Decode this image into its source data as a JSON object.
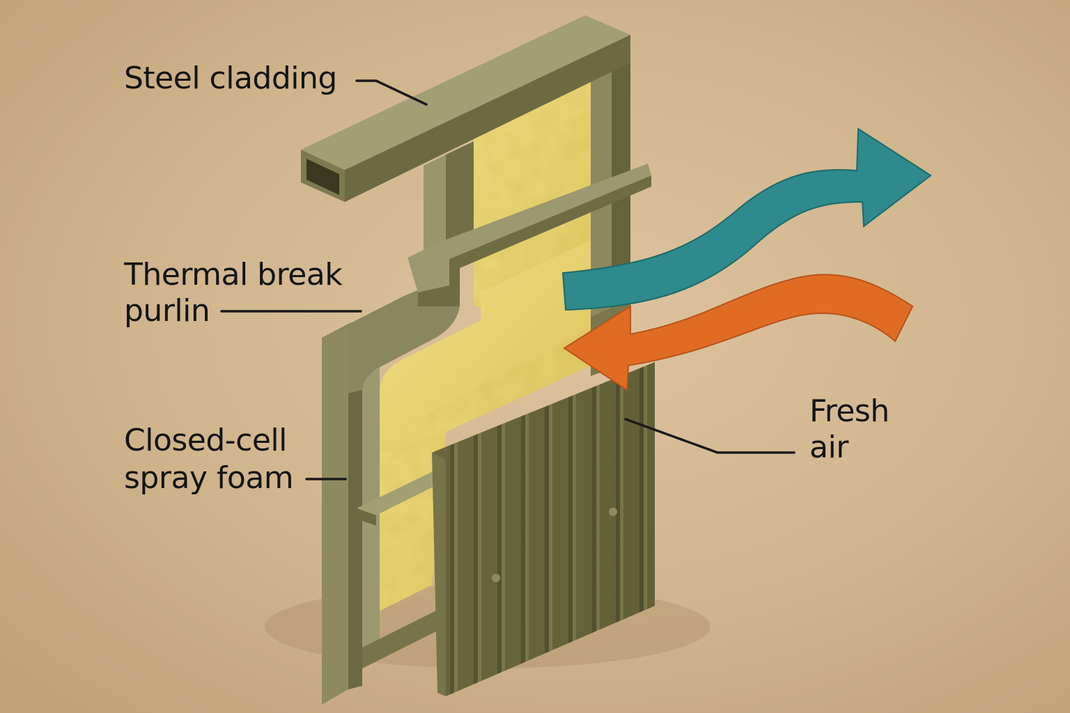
{
  "labels": {
    "steel_cladding": "Steel cladding",
    "thermal_break_line1": "Thermal break",
    "thermal_break_line2": "purlin",
    "spray_foam_line1": "Closed-cell",
    "spray_foam_line2": "spray foam",
    "fresh_air_line1": "Fresh",
    "fresh_air_line2": "air"
  },
  "colors": {
    "background": "#d3b893",
    "steel": "#7d7a55",
    "steel_light": "#9c9870",
    "steel_dark": "#55532f",
    "insulation": "#e9d577",
    "insulation_shadow": "#d6bd55",
    "arrow_outflow": "#2e8a8c",
    "arrow_inflow": "#e06c24",
    "text": "#141414"
  },
  "icons": {
    "outflow_arrow": "teal-arrow-right-icon",
    "inflow_arrow": "orange-arrow-left-icon"
  }
}
